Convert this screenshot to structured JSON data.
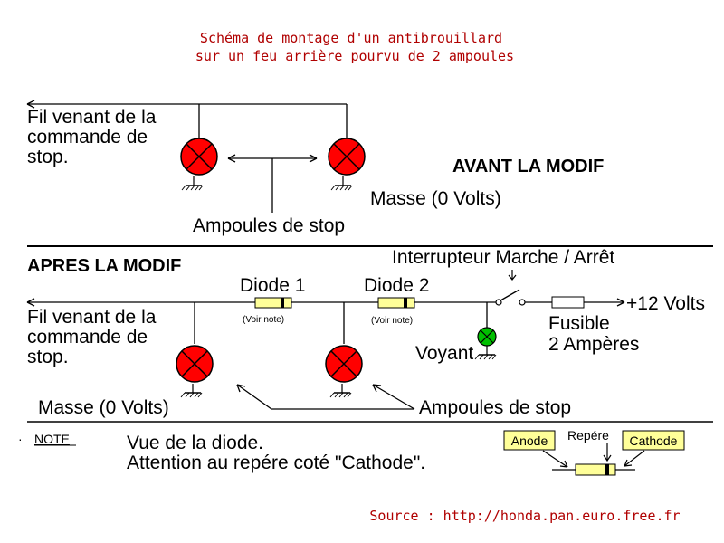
{
  "title": {
    "line1": "Schéma de montage d'un antibrouillard",
    "line2": "sur un feu arrière pourvu de 2 ampoules"
  },
  "before": {
    "heading": "AVANT LA MODIF",
    "wire_label": [
      "Fil venant de la",
      "commande de",
      "stop."
    ],
    "ground_label": "Masse (0 Volts)",
    "lamps_label": "Ampoules de stop"
  },
  "after": {
    "heading": "APRES LA MODIF",
    "switch_label": "Interrupteur Marche / Arrêt",
    "diode1_label": "Diode 1",
    "diode2_label": "Diode 2",
    "voir_note": "(Voir note)",
    "supply_label": "+12 Volts",
    "fuse_label": [
      "Fusible",
      "2 Ampères"
    ],
    "indicator_label": "Voyant",
    "wire_label": [
      "Fil venant de la",
      "commande de",
      "stop."
    ],
    "ground_label": "Masse (0 Volts)",
    "lamps_label": "Ampoules de stop"
  },
  "note": {
    "bullet": "·",
    "label": "NOTE",
    "line1": "Vue de  la diode.",
    "line2": "Attention au repére coté \"Cathode\".",
    "anode": "Anode",
    "repere": "Repére",
    "cathode": "Cathode"
  },
  "source": "Source : http://honda.pan.euro.free.fr",
  "colors": {
    "lamp": "#ff0000",
    "indicator": "#00c000",
    "diode": "#ffff99",
    "label_box": "#ffff99",
    "title_text": "#b00000"
  }
}
